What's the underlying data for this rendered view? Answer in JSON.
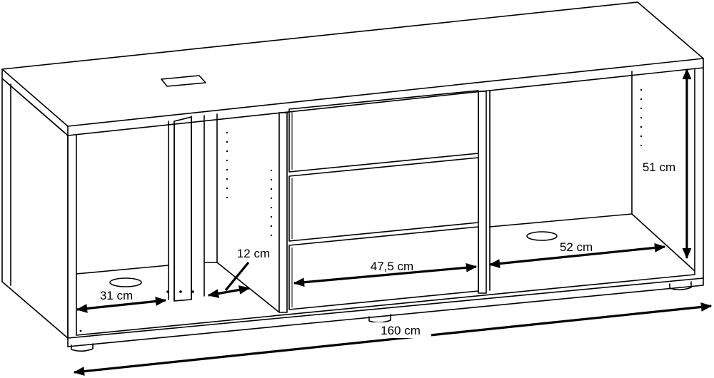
{
  "diagram": {
    "dimensions": {
      "total_width": "160 cm",
      "height": "51 cm",
      "drawer_width": "47,5 cm",
      "right_compartment_width": "52 cm",
      "left_compartment_width": "31 cm",
      "divider_gap": "12 cm"
    },
    "colors": {
      "line": "#000000",
      "background": "#ffffff"
    }
  }
}
